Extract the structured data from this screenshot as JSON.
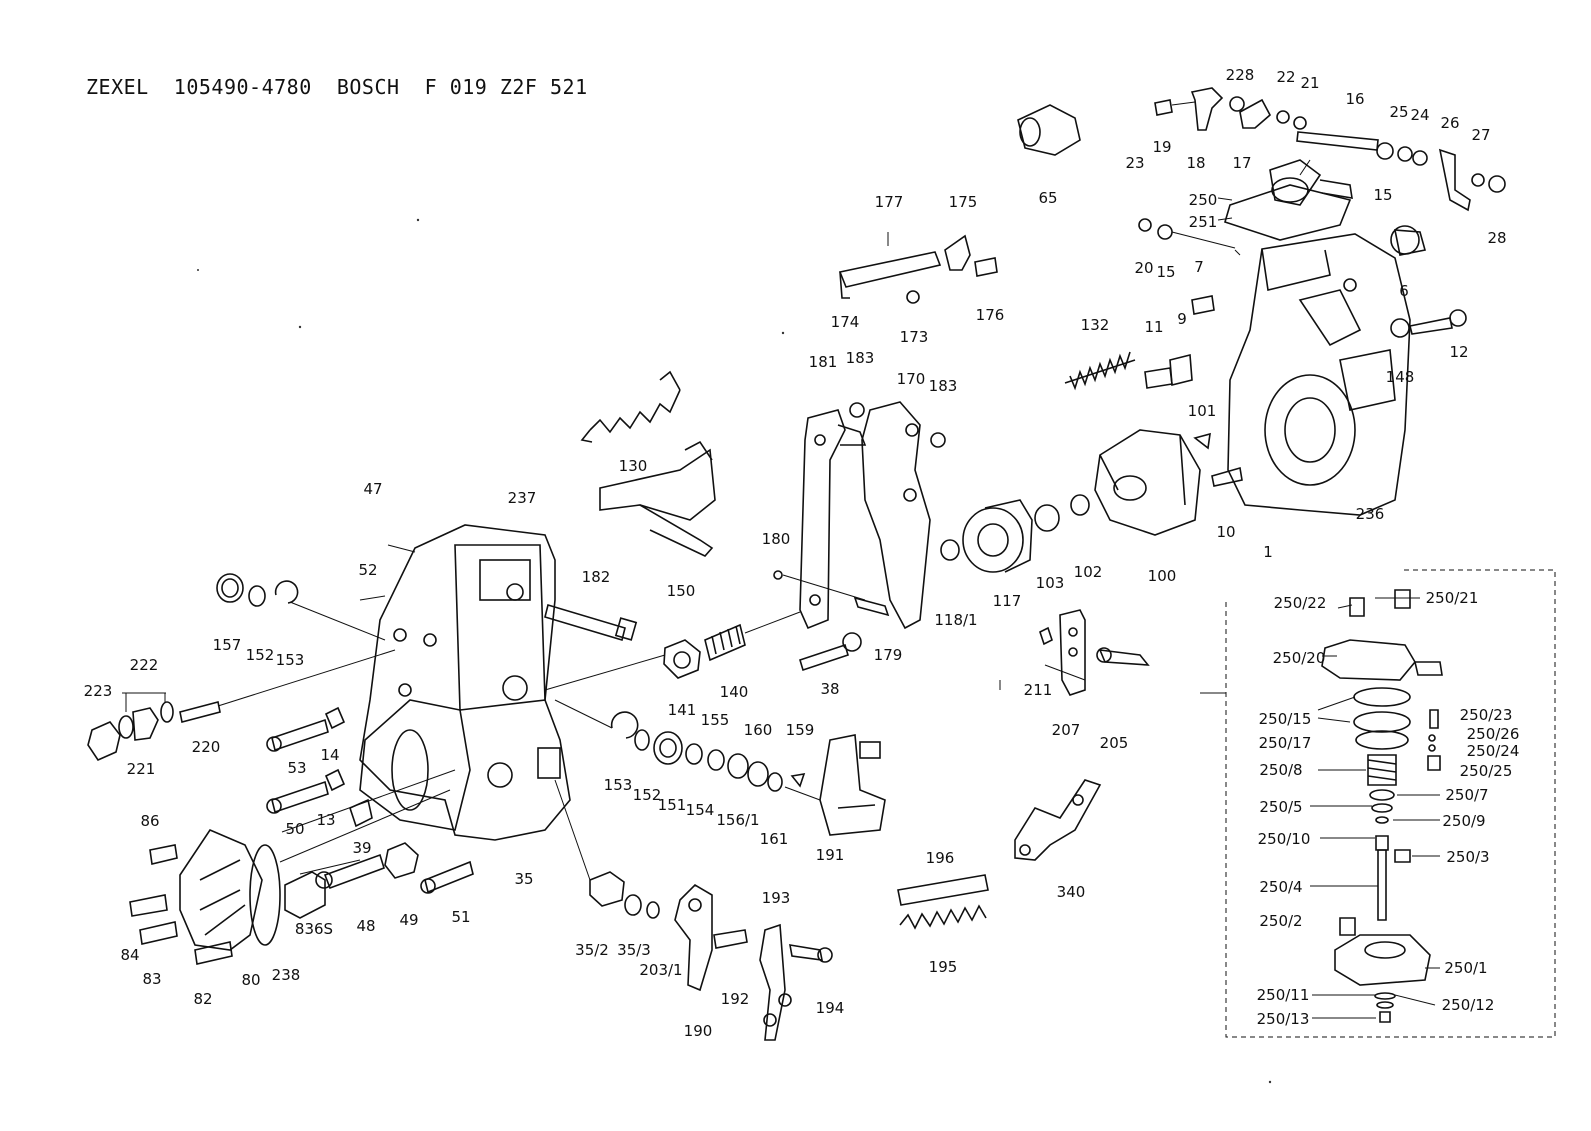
{
  "header": {
    "title": "ZEXEL  105490-4780  BOSCH  F 019 Z2F 521"
  },
  "labels": [
    "228",
    "22",
    "21",
    "16",
    "19",
    "18",
    "17",
    "23",
    "250",
    "251",
    "15",
    "25",
    "24",
    "26",
    "27",
    "28",
    "65",
    "20",
    "15",
    "7",
    "6",
    "9",
    "11",
    "132",
    "12",
    "148",
    "177",
    "175",
    "174",
    "173",
    "176",
    "181",
    "183",
    "170",
    "183",
    "130",
    "101",
    "10",
    "1",
    "236",
    "237",
    "47",
    "52",
    "182",
    "150",
    "180",
    "117",
    "103",
    "102",
    "100",
    "118/1",
    "179",
    "157",
    "152",
    "153",
    "222",
    "223",
    "221",
    "220",
    "141",
    "140",
    "38",
    "211",
    "207",
    "205",
    "53",
    "14",
    "50",
    "13",
    "39",
    "153",
    "152",
    "151",
    "154",
    "155",
    "156/1",
    "160",
    "161",
    "159",
    "191",
    "250/22",
    "250/21",
    "250/20",
    "250/15",
    "250/17",
    "250/23",
    "250/26",
    "250/24",
    "250/25",
    "250/8",
    "250/7",
    "250/5",
    "250/9",
    "250/10",
    "250/3",
    "250/4",
    "250/2",
    "250/1",
    "250/11",
    "250/12",
    "250/13",
    "86",
    "84",
    "83",
    "82",
    "80",
    "238",
    "836S",
    "48",
    "49",
    "51",
    "35",
    "35/2",
    "35/3",
    "203/1",
    "190",
    "192",
    "193",
    "194",
    "196",
    "195",
    "340"
  ]
}
